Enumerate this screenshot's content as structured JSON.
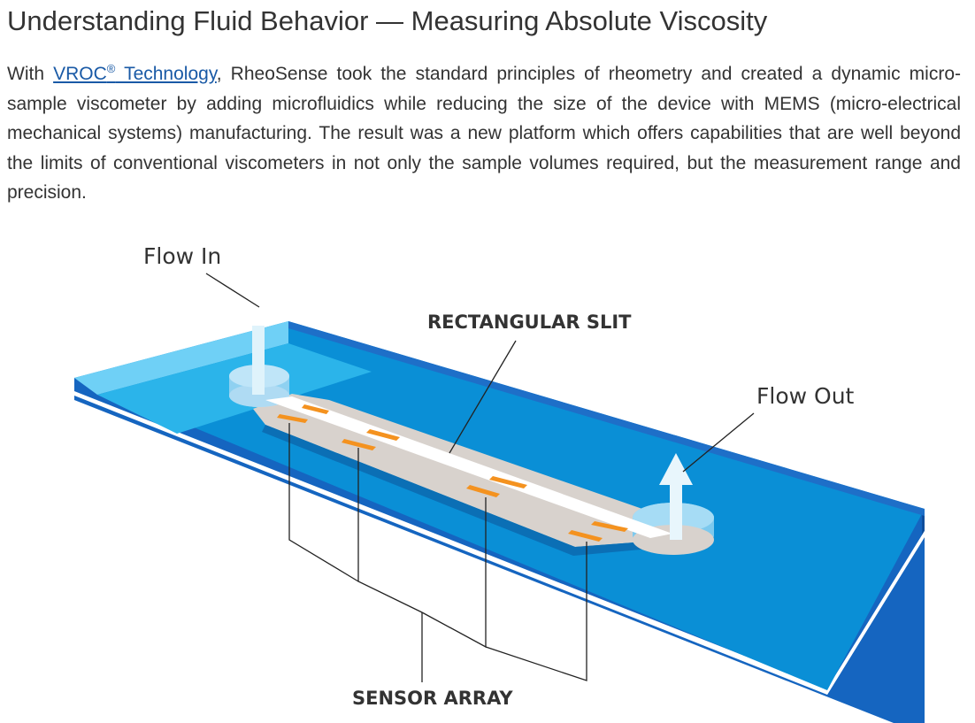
{
  "heading": {
    "title": "Understanding Fluid Behavior — Measuring Absolute Viscosity"
  },
  "intro": {
    "prefix": "With ",
    "link_text": "VROC",
    "link_sup": "®",
    "link_text_after": " Technology",
    "body": ", RheoSense took the standard principles of rheometry and created a dynamic micro-sample viscometer by adding microfluidics while reducing the size of the device with MEMS (micro-electrical mechanical systems) manufacturing. The result was a new platform which offers capabilities that are well beyond the limits of conventional viscometers in not only the sample volumes required, but the measurement range and precision."
  },
  "diagram": {
    "labels": {
      "flow_in": "Flow In",
      "rectangular_slit": "RECTANGULAR SLIT",
      "flow_out": "Flow Out",
      "sensor_array": "SENSOR ARRAY"
    },
    "colors": {
      "chip_top": "#0a8fd6",
      "chip_edge": "#1565c0",
      "chip_light": "#6fd0f6",
      "channel": "#d8d2cd",
      "slit": "#ffffff",
      "sensor": "#f4921f",
      "leader_line": "#222222"
    }
  }
}
